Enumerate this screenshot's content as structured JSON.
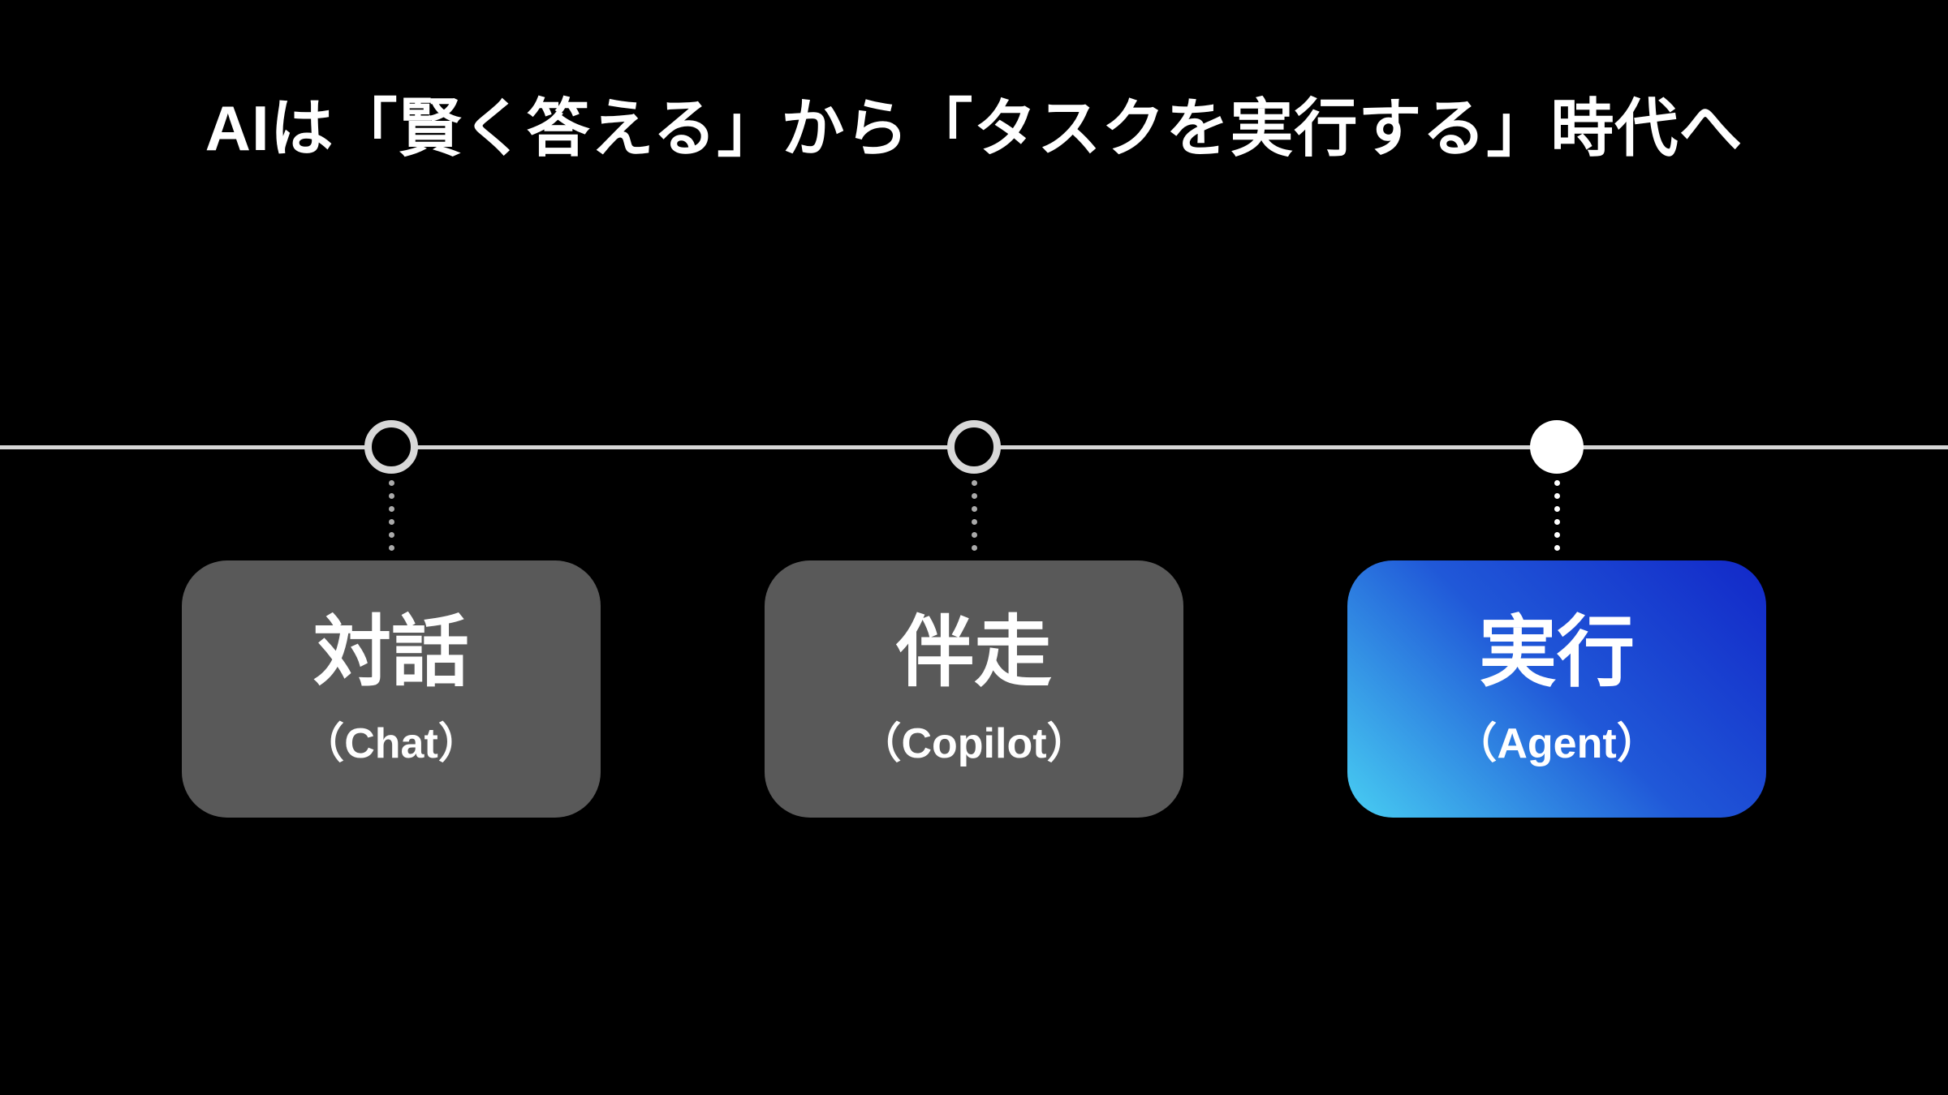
{
  "title": "AIは「賢く答える」から「タスクを実行する」時代へ",
  "timeline": {
    "stages": [
      {
        "id": "chat",
        "label": "対話",
        "sublabel": "（Chat）",
        "state": "inactive",
        "node_style": "outline",
        "connector_dot_count": 6
      },
      {
        "id": "copilot",
        "label": "伴走",
        "sublabel": "（Copilot）",
        "state": "inactive",
        "node_style": "outline",
        "connector_dot_count": 6
      },
      {
        "id": "agent",
        "label": "実行",
        "sublabel": "（Agent）",
        "state": "active",
        "node_style": "filled",
        "connector_dot_count": 6
      }
    ]
  },
  "colors": {
    "background": "#000000",
    "title_text": "#ffffff",
    "timeline_line": "#d6d6d6",
    "node_ring": "#d8d8d8",
    "node_active_fill": "#ffffff",
    "connector_dot": "#aaaaaa",
    "connector_dot_active": "#ffffff",
    "card_gray": "#595959",
    "card_text": "#ffffff",
    "grad_start": "#48cef2",
    "grad_mid": "#2058d8",
    "grad_end": "#1228c8"
  }
}
